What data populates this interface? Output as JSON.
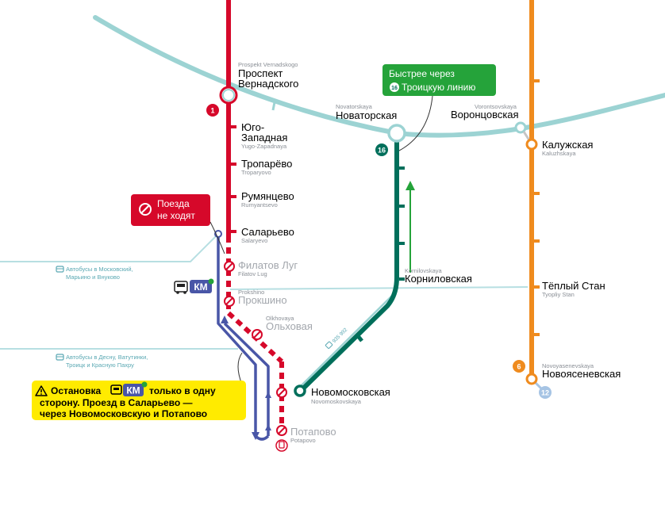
{
  "colors": {
    "red": "#d6082a",
    "teal": "#9cd3d3",
    "green": "#006f5b",
    "orange": "#ef8b1e",
    "blue": "#4956a7",
    "bright_green": "#25a33a",
    "yellow": "#ffeb00",
    "light_blue": "#a6c4e4"
  },
  "lines": {
    "l1": "1",
    "l16": "16",
    "l6": "6",
    "l12": "12"
  },
  "stations": {
    "prospekt": {
      "ru1": "Проспект",
      "ru2": "Вернадского",
      "en": "Prospekt Vernadskogo"
    },
    "yugo": {
      "ru1": "Юго-",
      "ru2": "Западная",
      "en": "Yugo-Zapadnaya"
    },
    "troparevo": {
      "ru": "Тропарёво",
      "en": "Troparyovo"
    },
    "rumyantsevo": {
      "ru": "Румянцево",
      "en": "Rumyantsevo"
    },
    "salarevo": {
      "ru": "Саларьево",
      "en": "Salaryevo"
    },
    "filatov": {
      "ru": "Филатов Луг",
      "en": "Filatov Lug"
    },
    "prokshino": {
      "ru": "Прокшино",
      "en": "Prokshino"
    },
    "olkhovaya": {
      "ru": "Ольховая",
      "en": "Olkhovaya"
    },
    "potapovo": {
      "ru": "Потапово",
      "en": "Potapovo"
    },
    "novatorskaya": {
      "ru": "Новаторская",
      "en": "Novatorskaya"
    },
    "vorontsovskaya": {
      "ru": "Воронцовская",
      "en": "Vorontsovskaya"
    },
    "kaluzhskaya": {
      "ru": "Калужская",
      "en": "Kaluzhskaya"
    },
    "teply": {
      "ru": "Тёплый Стан",
      "en": "Tyopliy Stan"
    },
    "novoyasenevskaya": {
      "ru": "Новоясеневская",
      "en": "Novoyasenevskaya"
    },
    "kornilovskaya": {
      "ru": "Корниловская",
      "en": "Kornilovskaya"
    },
    "novomoskovskaya": {
      "ru": "Новомосковская",
      "en": "Novomoskovskaya"
    }
  },
  "callouts": {
    "no_trains_1": "Поезда",
    "no_trains_2": "не ходят",
    "faster_1": "Быстрее через",
    "faster_2": "Троицкую линию",
    "faster_line": "16"
  },
  "buses": {
    "b1_line1": "Автобусы в Московский,",
    "b1_line2": "Марьино и Внуково",
    "b2_line1": "Автобусы в Десну, Ватутинки,",
    "b2_line2": "Троицк и Красную Пахру"
  },
  "road": {
    "label": "935 992"
  },
  "km_badge": "КМ",
  "notice": {
    "p1": "Остановка",
    "p2": "только в одну",
    "line2": "сторону. Проезд в Саларьево —",
    "line3": "через Новомосковскую и Потапово"
  }
}
